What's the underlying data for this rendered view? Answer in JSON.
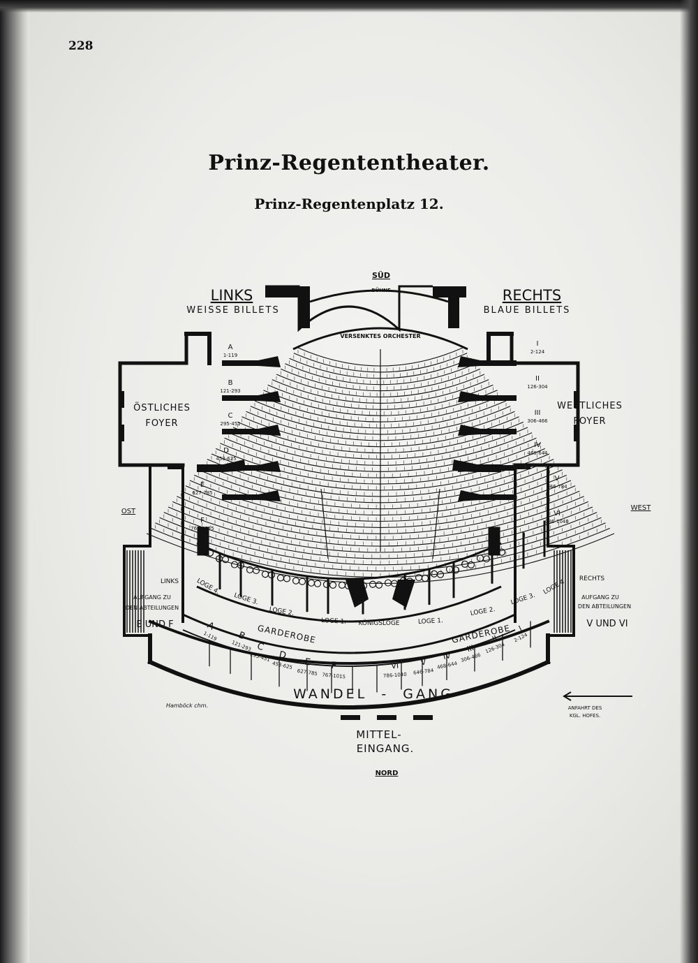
{
  "page_number": "228",
  "title": "Prinz-Regententheater.",
  "subtitle": "Prinz-Regentenplatz 12.",
  "compass": {
    "south": "SÜD",
    "north": "NORD",
    "east": "OST",
    "west": "WEST"
  },
  "stage": "BÜHNE",
  "orchestra": "VERSENKTES ORCHESTER",
  "left_side": {
    "heading": "LINKS",
    "tickets": "WEISSE BILLETS"
  },
  "right_side": {
    "heading": "RECHTS",
    "tickets": "BLAUE BILLETS"
  },
  "foyers": {
    "east": [
      "ÖSTLICHES",
      "FOYER"
    ],
    "west": [
      "WESTLICHES",
      "FOYER"
    ]
  },
  "sections_left": [
    {
      "letter": "A",
      "range": "1-119"
    },
    {
      "letter": "B",
      "range": "121-293"
    },
    {
      "letter": "C",
      "range": "295-451"
    },
    {
      "letter": "D",
      "range": "453-625"
    },
    {
      "letter": "E",
      "range": "627-785"
    },
    {
      "letter": "F",
      "range": "767-1015"
    }
  ],
  "sections_right": [
    {
      "letter": "I",
      "range": "2-124"
    },
    {
      "letter": "II",
      "range": "126-304"
    },
    {
      "letter": "III",
      "range": "306-466"
    },
    {
      "letter": "IV",
      "range": "468-644"
    },
    {
      "letter": "V",
      "range": "646-784"
    },
    {
      "letter": "VI",
      "range": "786-1040"
    }
  ],
  "loges_left": [
    "LOGE 4.",
    "LOGE 3.",
    "LOGE 2.",
    "LOGE 1."
  ],
  "royal_box": "KÖNIGSLOGE",
  "loges_right": [
    "LOGE 1.",
    "LOGE 2.",
    "LOGE 3.",
    "LOGE 4."
  ],
  "stairs_left": {
    "side": "LINKS",
    "line1": "AUFGANG ZU",
    "line2": "DEN ABTEILUNGEN",
    "line3": "E UND F"
  },
  "stairs_right": {
    "side": "RECHTS",
    "line1": "AUFGANG ZU",
    "line2": "DEN ABTEILUNGEN",
    "line3": "V UND VI"
  },
  "cloakroom": "GARDEROBE",
  "cloak_left": [
    {
      "letter": "A",
      "range": "1-119"
    },
    {
      "letter": "B",
      "range": "121-293"
    },
    {
      "letter": "C",
      "range": "295-451"
    },
    {
      "letter": "D",
      "range": "453-625"
    },
    {
      "letter": "E",
      "range": "627-785"
    },
    {
      "letter": "F",
      "range": "767-1015"
    }
  ],
  "cloak_right": [
    {
      "letter": "VI",
      "range": "786-1040"
    },
    {
      "letter": "V",
      "range": "646-784"
    },
    {
      "letter": "IV",
      "range": "468-644"
    },
    {
      "letter": "III",
      "range": "306-466"
    },
    {
      "letter": "II",
      "range": "126-304"
    },
    {
      "letter": "I",
      "range": "2-124"
    }
  ],
  "promenade": "WANDEL  -  GANG",
  "entrance": [
    "MITTEL-",
    "EINGANG."
  ],
  "driveway": [
    "ANFAHRT DES",
    "KGL. HOFES."
  ],
  "signature": "Hamböck chm.",
  "colors": {
    "ink": "#111111",
    "paper": "#efefec"
  }
}
